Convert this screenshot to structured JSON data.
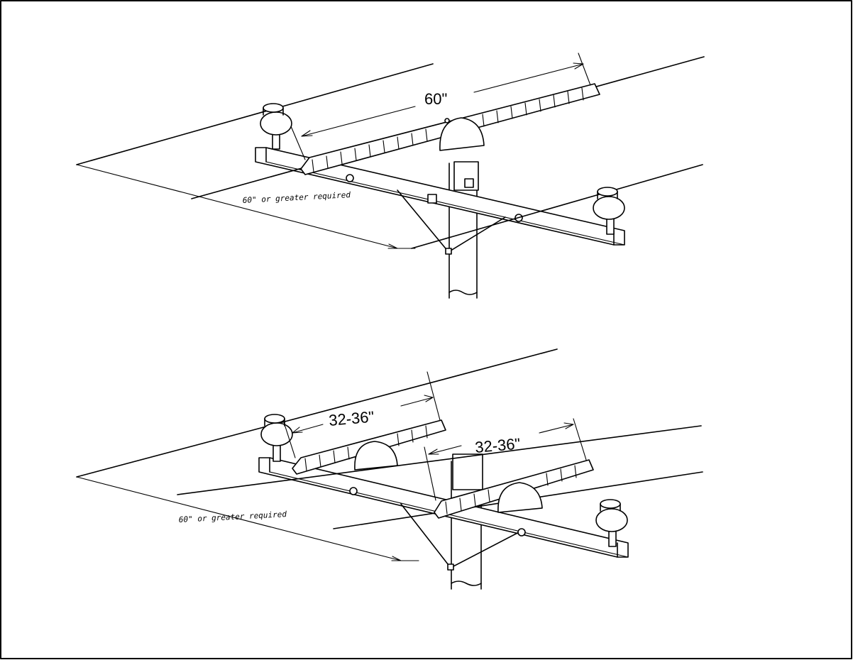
{
  "top_assembly": {
    "cover_length_label": "60\"",
    "clearance_note": "60\" or greater required"
  },
  "bottom_assembly": {
    "left_cover_length_label": "32-36\"",
    "right_cover_length_label": "32-36\"",
    "clearance_note": "60\" or greater required"
  },
  "colors": {
    "line": "#000000",
    "background": "#ffffff"
  }
}
